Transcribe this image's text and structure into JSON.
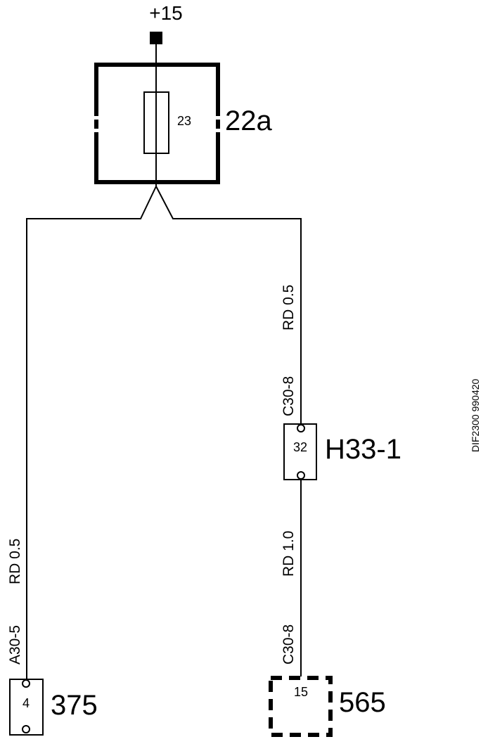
{
  "supply": {
    "label": "+15"
  },
  "fuse_box": {
    "label": "22a",
    "fuse_number": "23"
  },
  "connector_h33": {
    "label": "H33-1",
    "pin": "32"
  },
  "connector_375": {
    "label": "375",
    "pin": "4"
  },
  "connector_565": {
    "label": "565",
    "pin": "15"
  },
  "wires": {
    "right_upper": {
      "code": "C30-8",
      "spec": "RD 0.5"
    },
    "right_lower": {
      "code": "C30-8",
      "spec": "RD 1.0"
    },
    "left": {
      "code": "A30-5",
      "spec": "RD 0.5"
    }
  },
  "drawing_id": "DIF2300 990420"
}
